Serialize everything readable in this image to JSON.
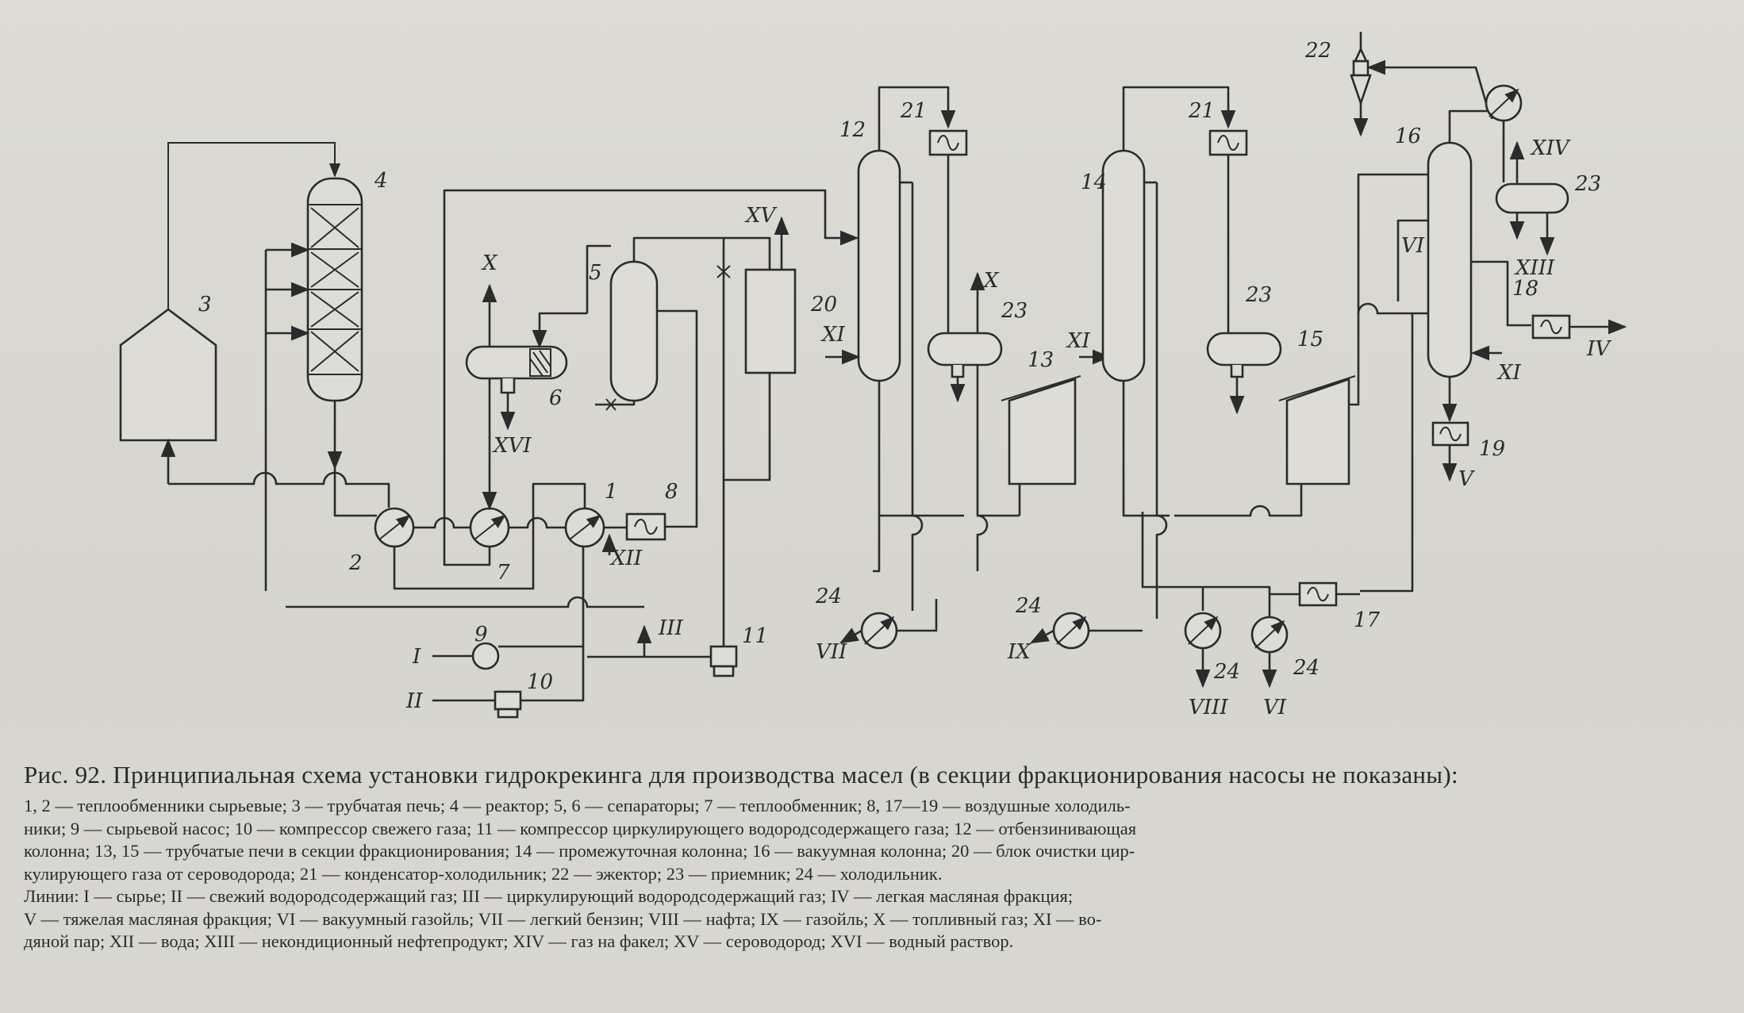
{
  "figure": {
    "caption_title": "Рис. 92. Принципиальная схема установки гидрокрекинга для производства масел (в секции фракционирования насосы не показаны):",
    "legend_lines": [
      "1, 2 — теплообменники сырьевые; 3 — трубчатая печь; 4 — реактор; 5, 6 — сепараторы; 7 — теплообменник; 8, 17—19 — воздушные холодиль-",
      "ники; 9 — сырьевой насос; 10 — компрессор свежего газа; 11 — компрессор циркулирующего водородсодержащего газа; 12 — отбензинивающая",
      "колонна; 13, 15 — трубчатые печи в секции фракционирования; 14 — промежуточная колонна; 16 — вакуумная колонна; 20 — блок очистки цир-",
      "кулирующего газа от сероводорода; 21 — конденсатор-холодильник; 22 — эжектор; 23 — приемник; 24 — холодильник.",
      "Линии: I — сырье; II — свежий водородсодержащий газ; III — циркулирующий водородсодержащий газ; IV — легкая масляная фракция;",
      "V — тяжелая масляная фракция; VI — вакуумный газойль; VII — легкий бензин; VIII — нафта; IX — газойль; X — топливный газ; XI — во-",
      "дяной пар; XII — вода; XIII — некондиционный нефтепродукт; XIV — газ на факел; XV — сероводород; XVI — водный раствор."
    ]
  },
  "diagram": {
    "equipment_labels": {
      "l1": "1",
      "l2": "2",
      "l3": "3",
      "l4": "4",
      "l5": "5",
      "l6": "6",
      "l7": "7",
      "l8": "8",
      "l9": "9",
      "l10": "10",
      "l11": "11",
      "l12": "12",
      "l13": "13",
      "l14": "14",
      "l15": "15",
      "l16": "16",
      "l17": "17",
      "l18": "18",
      "l19": "19",
      "l20": "20",
      "l21a": "21",
      "l21b": "21",
      "l22": "22",
      "l23a": "23",
      "l23b": "23",
      "l23c": "23",
      "l24a": "24",
      "l24b": "24",
      "l24c": "24",
      "l24d": "24"
    },
    "stream_labels": {
      "I": "I",
      "II": "II",
      "III": "III",
      "IV": "IV",
      "V": "V",
      "VI_top": "VI",
      "VI_bottom": "VI",
      "VII": "VII",
      "VIII": "VIII",
      "IX": "IX",
      "X_left": "X",
      "X_mid": "X",
      "XI_a": "XI",
      "XI_b": "XI",
      "XI_c": "XI",
      "XII": "XII",
      "XIII": "XIII",
      "XIV": "XIV",
      "XV": "XV",
      "XVI": "XVI"
    }
  }
}
